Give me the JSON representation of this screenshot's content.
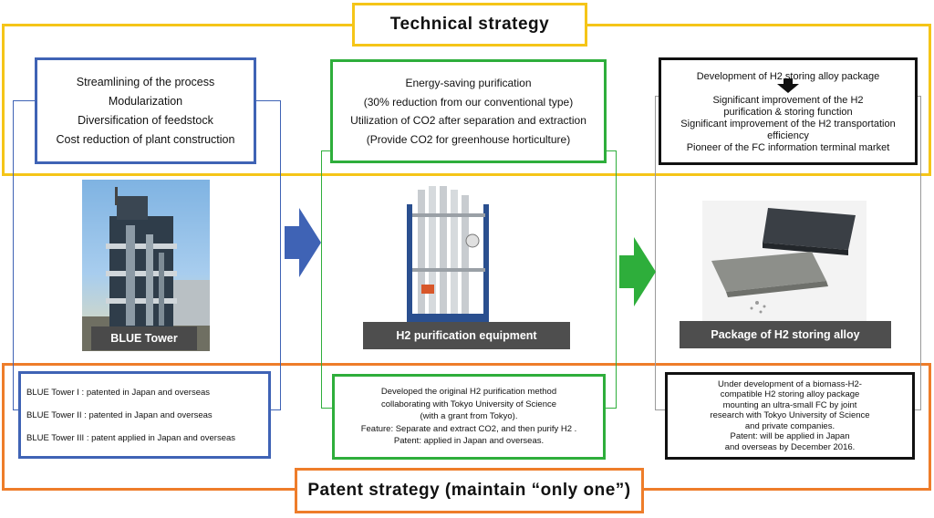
{
  "technical_strategy": {
    "title": "Technical strategy",
    "blue_box": [
      "Streamlining of the process",
      "Modularization",
      "Diversification of feedstock",
      "Cost reduction of plant construction"
    ],
    "green_box": [
      "Energy-saving purification",
      "(30% reduction from our conventional type)",
      "Utilization of CO2 after separation and extraction",
      "(Provide CO2  for greenhouse horticulture)"
    ],
    "black_box_top": "Development of H2 storing alloy package",
    "black_box_bottom": [
      "Significant improvement of the H2",
      "purification & storing function",
      "Significant improvement of the H2 transportation",
      "efficiency",
      "Pioneer of the FC information terminal market"
    ]
  },
  "images": {
    "tower_caption": "BLUE Tower",
    "equipment_caption": "H2 purification equipment",
    "alloy_caption": "Package of H2 storing alloy"
  },
  "patent_strategy": {
    "title": "Patent strategy (maintain “only one”)",
    "blue_box": [
      "BLUE Tower I : patented in Japan and overseas",
      "BLUE Tower II : patented in Japan and overseas",
      "BLUE Tower III : patent applied in Japan and overseas"
    ],
    "green_box": [
      "Developed the original H2 purification method",
      "collaborating with Tokyo University of Science",
      "(with a grant from Tokyo).",
      "Feature: Separate and extract CO2, and then purify H2 .",
      "Patent: applied in Japan and overseas."
    ],
    "black_box": [
      "Under development of a biomass-H2-",
      "compatible H2 storing alloy package",
      "mounting an ultra-small FC by joint",
      "research with Tokyo University of Science",
      "and private companies.",
      "Patent: will be applied in Japan",
      "and overseas by December 2016."
    ]
  },
  "colors": {
    "technical": "#f5c518",
    "patent": "#ee7d2a",
    "blue": "#3f63b5",
    "green": "#2eae3b",
    "black": "#111111"
  },
  "icons": [
    "blue-right-arrow-icon",
    "green-right-arrow-icon",
    "black-down-arrow-icon"
  ]
}
